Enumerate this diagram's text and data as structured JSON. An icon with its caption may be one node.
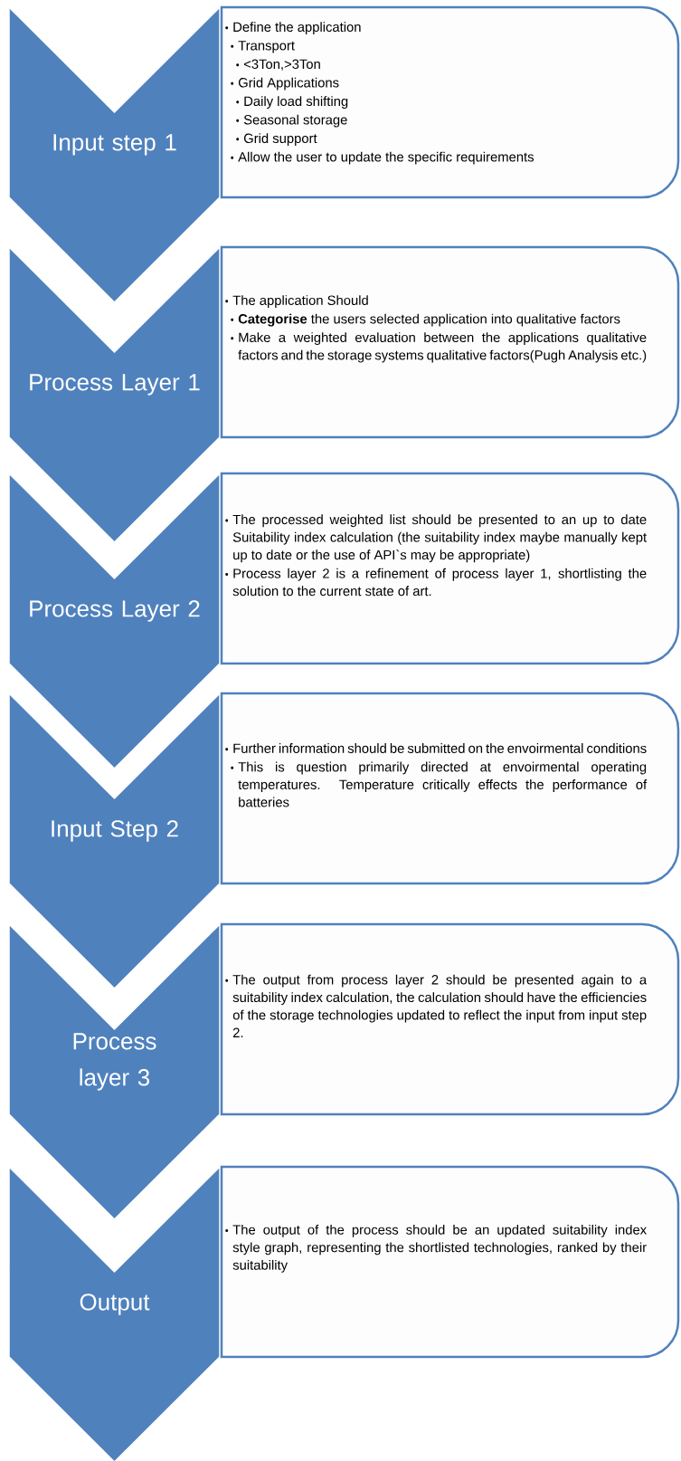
{
  "diagram": {
    "nodes": [
      {
        "text": [
          "Input step 1"
        ]
      },
      {
        "text": [
          "Define the application",
          "Transport",
          "<3Ton,>3Ton",
          "Grid Applications",
          "Daily load shifting",
          "Seasonal storage",
          "Grid support",
          "Allow the user to update the specific requirements"
        ]
      },
      {
        "text": [
          "Process Layer 1"
        ]
      },
      {
        "text": [
          "The application Should",
          "**Categorise** the users selected application into qualitative factors",
          "Make a weighted evaluation between the applications qualitative factors and the storage systems qualitative factors(Pugh Analysis etc.)"
        ]
      },
      {
        "text": [
          "Process Layer 2"
        ]
      },
      {
        "text": [
          "The processed weighted list should be presented to an up to date Suitability index calculation (the suitability index maybe manually kept up to date or the use of API`s may be appropriate)",
          "Process layer 2 is a refinement of process layer 1, shortlisting the solution to the current state of art."
        ]
      },
      {
        "text": [
          "Input Step 2"
        ]
      },
      {
        "text": [
          "Further information should be submitted  on the envoirmental conditions",
          "This is question primarily directed at envoirmental operating temperatures. Temperature critically effects the performance of batteries"
        ]
      },
      {
        "text": [
          "Process layer 3"
        ]
      },
      {
        "text": [
          "The output from process layer 2 should be presented again to a suitability index calculation, the calculation should have the efficiencies of the storage technologies updated to reflect the input from input step 2."
        ]
      },
      {
        "text": [
          "Output"
        ]
      },
      {
        "text": [
          "The output of the process should be an updated suitability index style graph, representing the shortlisted technologies, ranked by their suitability"
        ]
      }
    ]
  }
}
